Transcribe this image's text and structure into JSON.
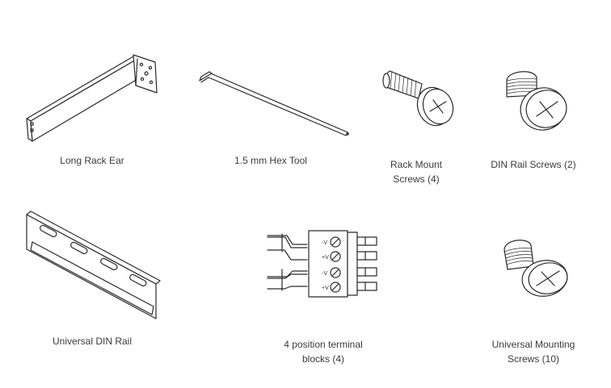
{
  "items": [
    {
      "label_lines": [
        "Long Rack Ear"
      ]
    },
    {
      "label_lines": [
        "1.5 mm Hex Tool"
      ]
    },
    {
      "label_lines": [
        "Rack Mount",
        "Screws (4)"
      ]
    },
    {
      "label_lines": [
        "DIN Rail Screws (2)"
      ]
    },
    {
      "label_lines": [
        "Universal DIN Rail"
      ]
    },
    {
      "label_lines": [
        "4 position terminal",
        "blocks (4)"
      ]
    },
    {
      "label_lines": [
        "Universal Mounting",
        "Screws (10)"
      ]
    }
  ]
}
